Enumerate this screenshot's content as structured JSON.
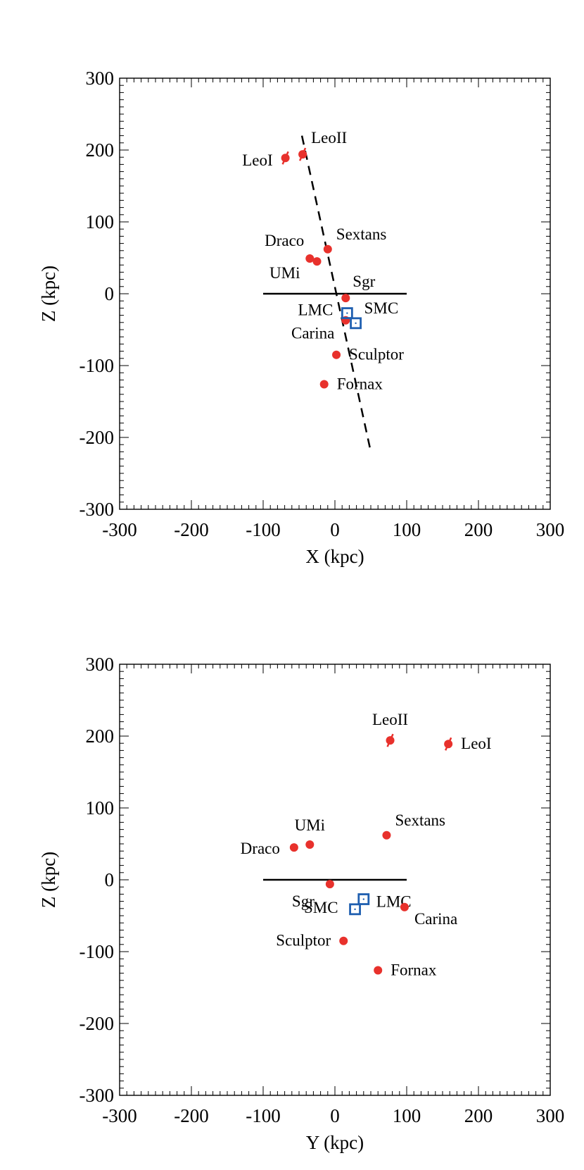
{
  "colors": {
    "galaxy_point": "#e8312c",
    "cloud_marker": "#1f5fb0",
    "axes": "#000000"
  },
  "chart_data": [
    {
      "type": "scatter",
      "xlabel": "X (kpc)",
      "ylabel": "Z (kpc)",
      "xlim": [
        -300,
        300
      ],
      "ylim": [
        -300,
        300
      ],
      "xticks": [
        -300,
        -200,
        -100,
        0,
        100,
        200,
        300
      ],
      "yticks": [
        -300,
        -200,
        -100,
        0,
        100,
        200,
        300
      ],
      "xtick_labels": [
        "-300",
        "-200",
        "-100",
        "0",
        "100",
        "200",
        "300"
      ],
      "ytick_labels": [
        "-300",
        "-200",
        "-100",
        "0",
        "100",
        "200",
        "300"
      ],
      "grid": false,
      "disk_line": {
        "x": [
          -100,
          100
        ],
        "y": [
          0,
          0
        ]
      },
      "plane_line": {
        "x": [
          -46,
          50
        ],
        "y": [
          220,
          -220
        ],
        "style": "dashed"
      },
      "points": [
        {
          "label": "LeoI",
          "x": -69,
          "y": 189,
          "marker": "dot",
          "label_pos": "left"
        },
        {
          "label": "LeoII",
          "x": -45,
          "y": 194,
          "marker": "dot",
          "label_pos": "upper-right"
        },
        {
          "label": "Draco",
          "x": -35,
          "y": 49,
          "marker": "dot",
          "label_pos": "upper-left"
        },
        {
          "label": "UMi",
          "x": -25,
          "y": 45,
          "marker": "dot",
          "label_pos": "lower-left"
        },
        {
          "label": "Sextans",
          "x": -10,
          "y": 62,
          "marker": "dot",
          "label_pos": "upper-right"
        },
        {
          "label": "Sgr",
          "x": 15,
          "y": -6,
          "marker": "dot",
          "label_pos": "upper-right"
        },
        {
          "label": "Carina",
          "x": 15,
          "y": -37,
          "marker": "dot",
          "label_pos": "lower-left"
        },
        {
          "label": "Sculptor",
          "x": 2,
          "y": -85,
          "marker": "dot",
          "label_pos": "right"
        },
        {
          "label": "Fornax",
          "x": -15,
          "y": -126,
          "marker": "dot",
          "label_pos": "right"
        },
        {
          "label": "LMC",
          "x": 17,
          "y": -27,
          "marker": "square",
          "label_pos": "left"
        },
        {
          "label": "SMC",
          "x": 29,
          "y": -41,
          "marker": "square",
          "label_pos": "upper-right"
        }
      ]
    },
    {
      "type": "scatter",
      "xlabel": "Y (kpc)",
      "ylabel": "Z (kpc)",
      "xlim": [
        -300,
        300
      ],
      "ylim": [
        -300,
        300
      ],
      "xticks": [
        -300,
        -200,
        -100,
        0,
        100,
        200,
        300
      ],
      "yticks": [
        -300,
        -200,
        -100,
        0,
        100,
        200,
        300
      ],
      "xtick_labels": [
        "-300",
        "-200",
        "-100",
        "0",
        "100",
        "200",
        "300"
      ],
      "ytick_labels": [
        "-300",
        "-200",
        "-100",
        "0",
        "100",
        "200",
        "300"
      ],
      "grid": false,
      "disk_line": {
        "x": [
          -100,
          100
        ],
        "y": [
          0,
          0
        ]
      },
      "points": [
        {
          "label": "LeoII",
          "x": 77,
          "y": 194,
          "marker": "dot",
          "label_pos": "above"
        },
        {
          "label": "LeoI",
          "x": 158,
          "y": 189,
          "marker": "dot",
          "label_pos": "right"
        },
        {
          "label": "Sextans",
          "x": 72,
          "y": 62,
          "marker": "dot",
          "label_pos": "upper-right"
        },
        {
          "label": "UMi",
          "x": -35,
          "y": 49,
          "marker": "dot",
          "label_pos": "above"
        },
        {
          "label": "Draco",
          "x": -57,
          "y": 45,
          "marker": "dot",
          "label_pos": "left"
        },
        {
          "label": "Sgr",
          "x": -7,
          "y": -6,
          "marker": "dot",
          "label_pos": "lower-left"
        },
        {
          "label": "LMC",
          "x": 40,
          "y": -27,
          "marker": "square",
          "label_pos": "right"
        },
        {
          "label": "SMC",
          "x": 28,
          "y": -41,
          "marker": "square",
          "label_pos": "left"
        },
        {
          "label": "Carina",
          "x": 97,
          "y": -38,
          "marker": "dot",
          "label_pos": "lower-right"
        },
        {
          "label": "Sculptor",
          "x": 12,
          "y": -85,
          "marker": "dot",
          "label_pos": "left"
        },
        {
          "label": "Fornax",
          "x": 60,
          "y": -126,
          "marker": "dot",
          "label_pos": "right"
        }
      ]
    }
  ]
}
